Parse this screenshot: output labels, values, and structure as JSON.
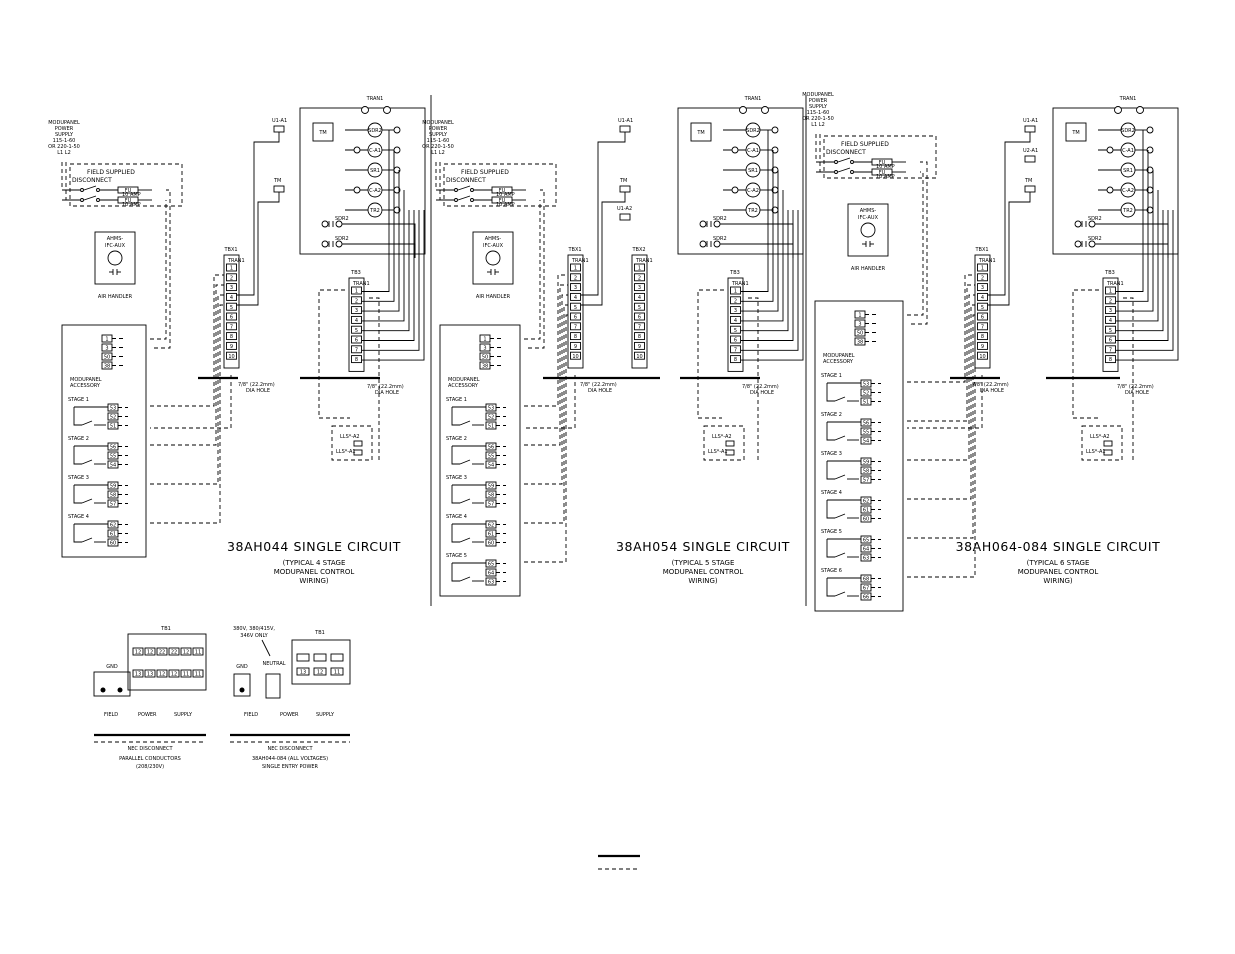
{
  "panels": [
    {
      "title": "38AH044 SINGLE CIRCUIT",
      "subtitle": [
        "(TYPICAL 4 STAGE",
        "MODUPANEL CONTROL",
        "WIRING)"
      ],
      "stages": [
        "STAGE 1",
        "STAGE 2",
        "STAGE 3",
        "STAGE 4"
      ],
      "stage_terminals": [
        [
          "53",
          "52",
          "51"
        ],
        [
          "56",
          "55",
          "54"
        ],
        [
          "59",
          "58",
          "57"
        ],
        [
          "62",
          "61",
          "60"
        ]
      ],
      "accessory_terminals": [
        "1",
        "3",
        "50",
        "38"
      ],
      "tb1": [
        "1",
        "2",
        "3",
        "4",
        "5",
        "6",
        "7",
        "8",
        "9",
        "10"
      ],
      "tb3": [
        "1",
        "2",
        "3",
        "4",
        "5",
        "6",
        "7",
        "8"
      ],
      "hole_left": [
        "7/8\" (22.2mm)",
        "DIA HOLE"
      ],
      "hole_right": [
        "7/8\" (22.2mm)",
        "DIA HOLE"
      ],
      "u1": "U1-A1",
      "tm": "TM",
      "lls": [
        "LLS*-A2",
        "LLS*-A1"
      ]
    },
    {
      "title": "38AH054 SINGLE CIRCUIT",
      "subtitle": [
        "(TYPICAL 5 STAGE",
        "MODUPANEL CONTROL",
        "WIRING)"
      ],
      "stages": [
        "STAGE 1",
        "STAGE 2",
        "STAGE 3",
        "STAGE 4",
        "STAGE 5"
      ],
      "stage_terminals": [
        [
          "53",
          "52",
          "51"
        ],
        [
          "56",
          "55",
          "54"
        ],
        [
          "59",
          "58",
          "57"
        ],
        [
          "62",
          "61",
          "60"
        ],
        [
          "65",
          "64",
          "63"
        ]
      ],
      "accessory_terminals": [
        "1",
        "3",
        "50",
        "38"
      ],
      "tb1": [
        "1",
        "2",
        "3",
        "4",
        "5",
        "6",
        "7",
        "8",
        "9",
        "10"
      ],
      "tb2": [
        "1",
        "2",
        "3",
        "4",
        "5",
        "6",
        "7",
        "8",
        "9",
        "10"
      ],
      "tb3": [
        "1",
        "2",
        "3",
        "4",
        "5",
        "6",
        "7",
        "8"
      ],
      "hole_center": [
        "7/8\" (22.2mm)",
        "DIA HOLE"
      ],
      "hole_right": [
        "7/8\" (22.2mm)",
        "DIA HOLE"
      ],
      "u1": "U1-A1",
      "u1a2": "U1-A2",
      "tm": "TM",
      "lls": [
        "LLS*-A2",
        "LLS*-A1"
      ]
    },
    {
      "title": "38AH064-084 SINGLE CIRCUIT",
      "subtitle": [
        "(TYPICAL 6 STAGE",
        "MODUPANEL CONTROL",
        "WIRING)"
      ],
      "stages": [
        "STAGE 1",
        "STAGE 2",
        "STAGE 3",
        "STAGE 4",
        "STAGE 5",
        "STAGE 6"
      ],
      "stage_terminals": [
        [
          "53",
          "52",
          "51"
        ],
        [
          "56",
          "55",
          "54"
        ],
        [
          "59",
          "58",
          "57"
        ],
        [
          "62",
          "61",
          "60"
        ],
        [
          "65",
          "64",
          "63"
        ],
        [
          "68",
          "67",
          "66"
        ]
      ],
      "accessory_terminals": [
        "1",
        "3",
        "50",
        "38"
      ],
      "tb1": [
        "1",
        "2",
        "3",
        "4",
        "5",
        "6",
        "7",
        "8",
        "9",
        "10"
      ],
      "tb3": [
        "1",
        "2",
        "3",
        "4",
        "5",
        "6",
        "7",
        "8"
      ],
      "hole_left": [
        "7/8\" (22.2mm)",
        "DIA HOLE"
      ],
      "hole_right": [
        "7/8\" (22.2mm)",
        "DIA HOLE"
      ],
      "u1": "U1-A1",
      "u2": "U2-A1",
      "tm": "TM",
      "lls": [
        "LLS*-A2",
        "LLS*-A1"
      ]
    }
  ],
  "common": {
    "power_supply": [
      "MODUPANEL",
      "POWER",
      "SUPPLY",
      "115-1-60",
      "OR 220-1-50",
      "L1  L2"
    ],
    "field_supplied": [
      "FIELD SUPPLIED",
      "DISCONNECT"
    ],
    "fuse": "FU",
    "amp": "10 AMP",
    "air_handler": "AIR HANDLER",
    "ahms": [
      "AHMS-",
      "IFC-AUX"
    ],
    "accessory": [
      "MODUPANEL",
      "ACCESSORY"
    ],
    "tb1_label": "TBX1",
    "tb2_label": "TBX2",
    "tb3_label": "TB3",
    "tran_label": "TRAN1",
    "relays": [
      "SDR2",
      "C-A1",
      "SR1",
      "C-A2",
      "TR2"
    ],
    "sdr": [
      "SDR2",
      "SDR2"
    ]
  },
  "bottom_left": {
    "gnd": "GND",
    "tb1": "TB1",
    "labels": [
      "FIELD",
      "POWER",
      "SUPPLY"
    ],
    "nec": "NEC DISCONNECT",
    "caption": [
      "PARALLEL CONDUCTORS",
      "(208/230V)"
    ],
    "terminals_top": [
      "12",
      "12",
      "22",
      "22",
      "12",
      "11"
    ],
    "terminals_bottom": [
      "13",
      "13",
      "12",
      "12",
      "11",
      "11"
    ]
  },
  "bottom_right": {
    "gnd": "GND",
    "note": [
      "380V, 380/415V,",
      "346V ONLY"
    ],
    "neutral": "NEUTRAL",
    "tb1": "TB1",
    "labels": [
      "FIELD",
      "POWER",
      "SUPPLY"
    ],
    "nec": "NEC DISCONNECT",
    "caption": [
      "38AH044-084 (ALL VOLTAGES)",
      "SINGLE ENTRY POWER"
    ],
    "terminals": [
      "13",
      "12",
      "11"
    ]
  }
}
